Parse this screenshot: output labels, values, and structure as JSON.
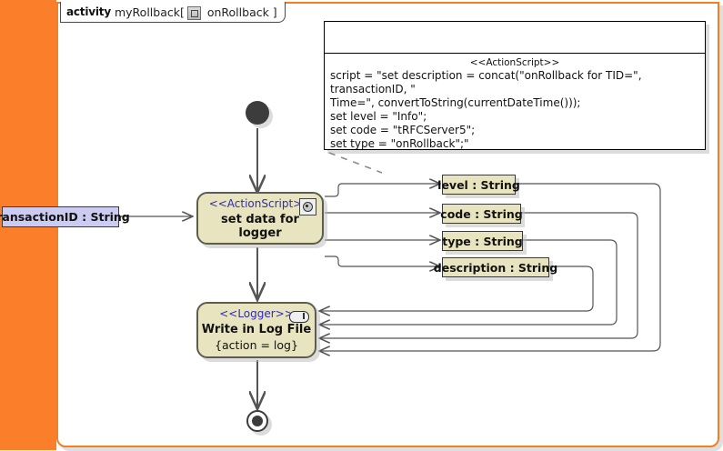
{
  "frame": {
    "accent_color": "#f27f22",
    "activity_keyword": "activity",
    "activity_name": "myRollback[",
    "activity_param": "onRollback ]",
    "tab_icon": "class-diagram-icon"
  },
  "note": {
    "stereotype": "<<ActionScript>>",
    "body": "script = \"set description = concat(\"onRollback for TID=\", transactionID, \"\nTime=\", convertToString(currentDateTime()));\nset level = \"Info\";\nset code = \"tRFCServer5\";\nset type = \"onRollback\";\""
  },
  "nodes": {
    "initial": {
      "name": "initial-node"
    },
    "action": {
      "stereotype": "<<ActionScript>>",
      "label": "set data for logger",
      "icon": "script-gear-icon",
      "fill": "#e9e4c0",
      "stereotype_color": "#2d2db4"
    },
    "logger": {
      "stereotype": "<<Logger>>",
      "label": "Write in Log File",
      "tag": "{action = log}",
      "icon": "logger-pill-icon",
      "fill": "#e9e4c0",
      "stereotype_color": "#2d2db4"
    },
    "final": {
      "name": "activity-final-node"
    }
  },
  "input_parameter": {
    "label": "transactionID : String",
    "fill": "#ccccf2"
  },
  "pins": [
    {
      "label": "level : String"
    },
    {
      "label": "code : String"
    },
    {
      "label": "type : String"
    },
    {
      "label": "description : String"
    }
  ]
}
